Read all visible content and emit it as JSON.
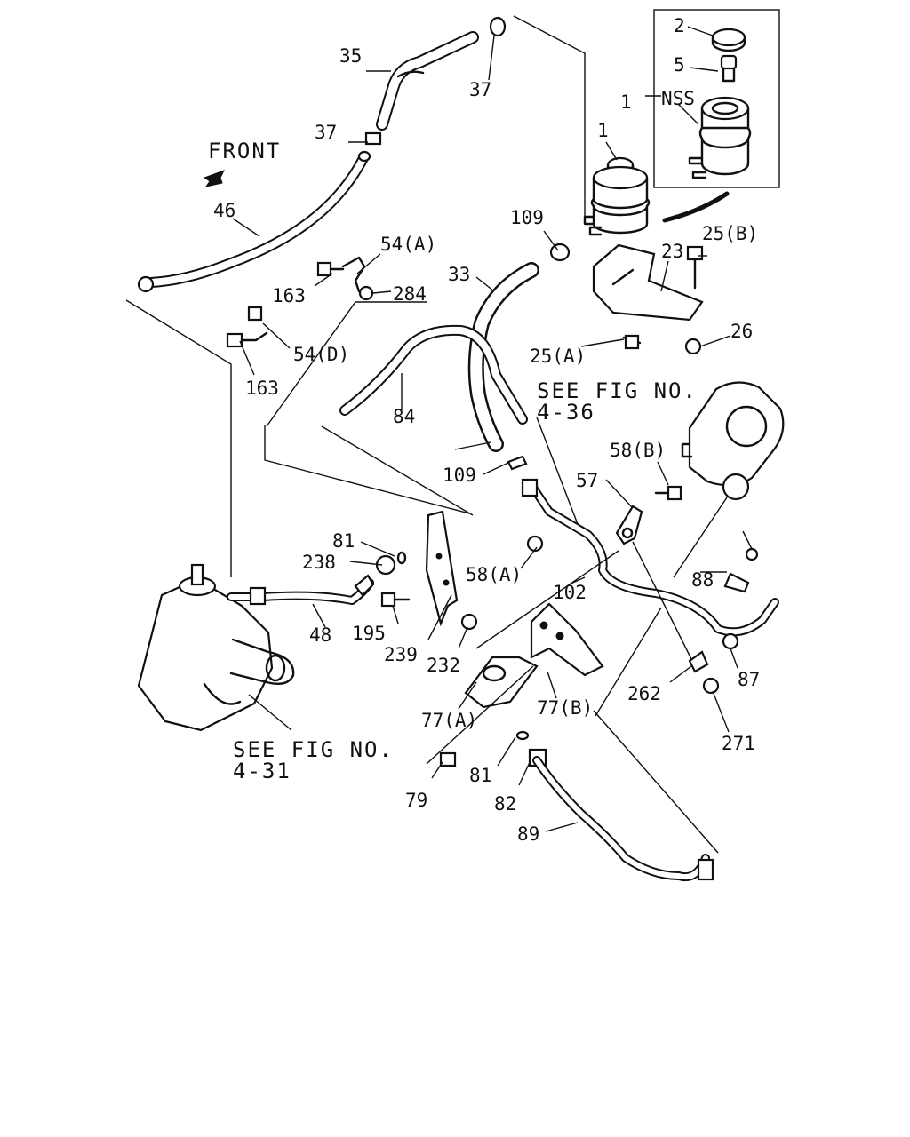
{
  "front_label": "FRONT",
  "nss_label": "NSS",
  "refs": {
    "r1_line1": "SEE FIG NO.",
    "r1_line2": "4-36",
    "r2_line1": "SEE FIG NO.",
    "r2_line2": "4-31"
  },
  "callouts": {
    "c2": "2",
    "c5": "5",
    "c1a": "1",
    "c1b": "1",
    "c35": "35",
    "c37a": "37",
    "c37b": "37",
    "c46": "46",
    "c54a": "54(A)",
    "c163a": "163",
    "c284": "284",
    "c54d": "54(D)",
    "c163b": "163",
    "c109a": "109",
    "c33": "33",
    "c23": "23",
    "c25b": "25(B)",
    "c25a": "25(A)",
    "c26": "26",
    "c84": "84",
    "c109b": "109",
    "c58b": "58(B)",
    "c57": "57",
    "c58a": "58(A)",
    "c81a": "81",
    "c238": "238",
    "c48": "48",
    "c195": "195",
    "c239": "239",
    "c232": "232",
    "c102": "102",
    "c88": "88",
    "c87": "87",
    "c262": "262",
    "c271": "271",
    "c77a": "77(A)",
    "c77b": "77(B)",
    "c79": "79",
    "c81b": "81",
    "c82": "82",
    "c89": "89"
  }
}
